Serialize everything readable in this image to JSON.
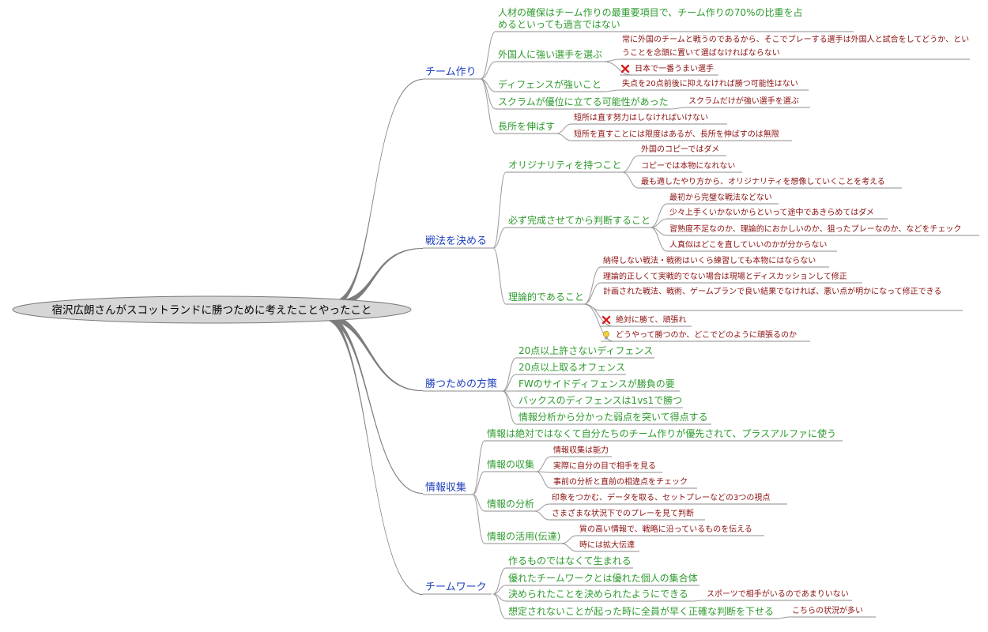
{
  "root": "宿沢広朗さんがスコットランドに勝つために考えたことやったこと",
  "colors": {
    "topic": "#1f3fbf",
    "subtopic": "#2e9a2e",
    "detail": "#8b1010",
    "branch": "#8a8a8a",
    "root_fill": "#d6d6d6"
  },
  "topics": [
    {
      "label": "チーム作り",
      "items": [
        {
          "label": "人材の確保はチーム作りの最重要項目で、チーム作りの70%の比重を占めるといっても過言ではない"
        },
        {
          "label": "外国人に強い選手を選ぶ",
          "children": [
            {
              "label": "常に外国のチームと戦うのであるから、そこでプレーする選手は外国人と試合をしてどうか、ということを念頭に置いて選ばなければならない"
            },
            {
              "label": "日本で一番うまい選手",
              "icon": "cross-icon"
            }
          ]
        },
        {
          "label": "ディフェンスが強いこと",
          "children": [
            {
              "label": "失点を20点前後に抑えなければ勝つ可能性はない"
            }
          ]
        },
        {
          "label": "スクラムが優位に立てる可能性があった",
          "children": [
            {
              "label": "スクラムだけが強い選手を選ぶ"
            }
          ]
        },
        {
          "label": "長所を伸ばす",
          "children": [
            {
              "label": "短所は直す努力はしなければいけない"
            },
            {
              "label": "短所を直すことには限度はあるが、長所を伸ばすのは無限"
            }
          ]
        }
      ]
    },
    {
      "label": "戦法を決める",
      "items": [
        {
          "label": "オリジナリティを持つこと",
          "children": [
            {
              "label": "外国のコピーではダメ"
            },
            {
              "label": "コピーでは本物になれない"
            },
            {
              "label": "最も適したやり方から、オリジナリティを想像していくことを考える"
            }
          ]
        },
        {
          "label": "必ず完成させてから判断すること",
          "children": [
            {
              "label": "最初から完璧な戦法などない"
            },
            {
              "label": "少々上手くいかないからといって途中であきらめてはダメ"
            },
            {
              "label": "習熟度不足なのか、理論的におかしいのか、狙ったプレーなのか、などをチェック"
            },
            {
              "label": "人真似はどこを直していいのかが分からない"
            }
          ]
        },
        {
          "label": "理論的であること",
          "children": [
            {
              "label": "納得しない戦法・戦術はいくら練習しても本物にはならない"
            },
            {
              "label": "理論的正しくて実戦的でない場合は現場とディスカッションして修正"
            },
            {
              "label": "計画された戦法、戦術、ゲームプランで良い結果でなければ、悪い点が明かになって修正できる"
            },
            {
              "label": "絶対に勝て、頑張れ",
              "icon": "cross-icon"
            },
            {
              "label": "どうやって勝つのか、どこでどのように頑張るのか",
              "icon": "lightbulb-icon"
            }
          ]
        }
      ]
    },
    {
      "label": "勝つための方策",
      "items": [
        {
          "label": "20点以上許さないディフェンス"
        },
        {
          "label": "20点以上取るオフェンス"
        },
        {
          "label": "FWのサイドディフェンスが勝負の要"
        },
        {
          "label": "バックスのディフェンスは1vs1で勝つ"
        },
        {
          "label": "情報分析から分かった弱点を突いて得点する"
        }
      ]
    },
    {
      "label": "情報収集",
      "items": [
        {
          "label": "情報は絶対ではなくて自分たちのチーム作りが優先されて、プラスアルファに使う"
        },
        {
          "label": "情報の収集",
          "children": [
            {
              "label": "情報収集は能力"
            },
            {
              "label": "実際に自分の目で相手を見る"
            },
            {
              "label": "事前の分析と直前の相違点をチェック"
            }
          ]
        },
        {
          "label": "情報の分析",
          "children": [
            {
              "label": "印象をつかむ、データを取る、セットプレーなどの3つの視点"
            },
            {
              "label": "さまざまな状況下でのプレーを見て判断"
            }
          ]
        },
        {
          "label": "情報の活用(伝達)",
          "children": [
            {
              "label": "質の高い情報で、戦略に沿っているものを伝える"
            },
            {
              "label": "時には拡大伝達"
            }
          ]
        }
      ]
    },
    {
      "label": "チームワーク",
      "items": [
        {
          "label": "作るものではなくて生まれる"
        },
        {
          "label": "優れたチームワークとは優れた個人の集合体"
        },
        {
          "label": "決められたことを決められたようにできる",
          "children": [
            {
              "label": "スポーツで相手がいるのであまりいない"
            }
          ]
        },
        {
          "label": "想定されないことが起った時に全員が早く正確な判断を下せる",
          "children": [
            {
              "label": "こちらの状況が多い"
            }
          ]
        }
      ]
    }
  ]
}
